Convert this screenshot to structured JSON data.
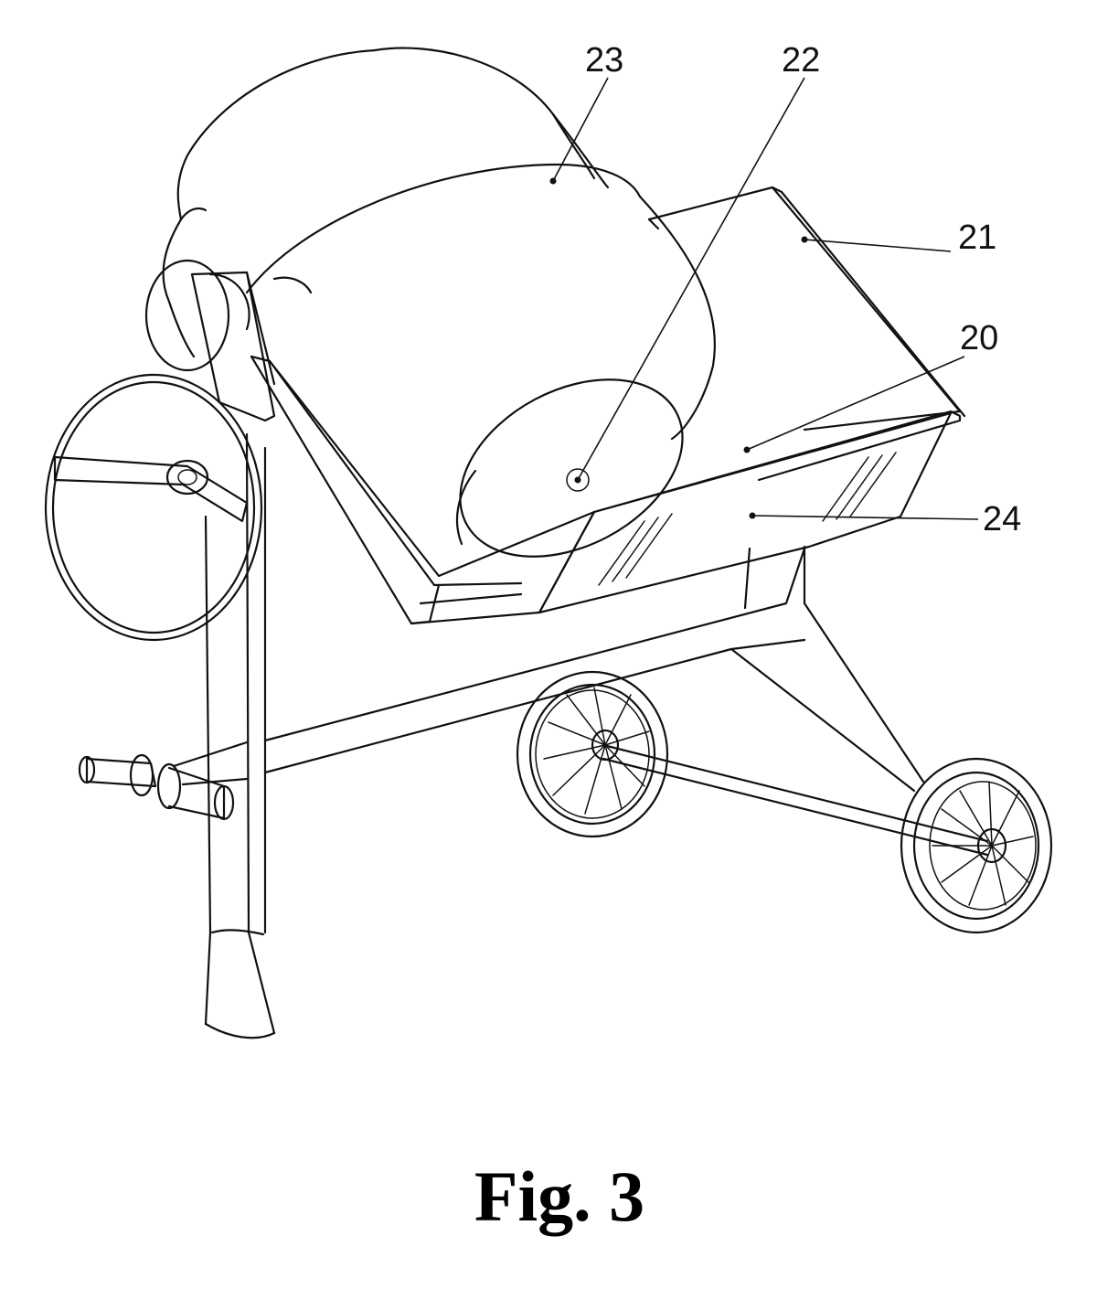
{
  "figure": {
    "caption": "Fig. 3",
    "reference_labels": [
      "23",
      "22",
      "21",
      "20",
      "24"
    ]
  },
  "colors": {
    "line": "#111111",
    "background": "#ffffff"
  }
}
